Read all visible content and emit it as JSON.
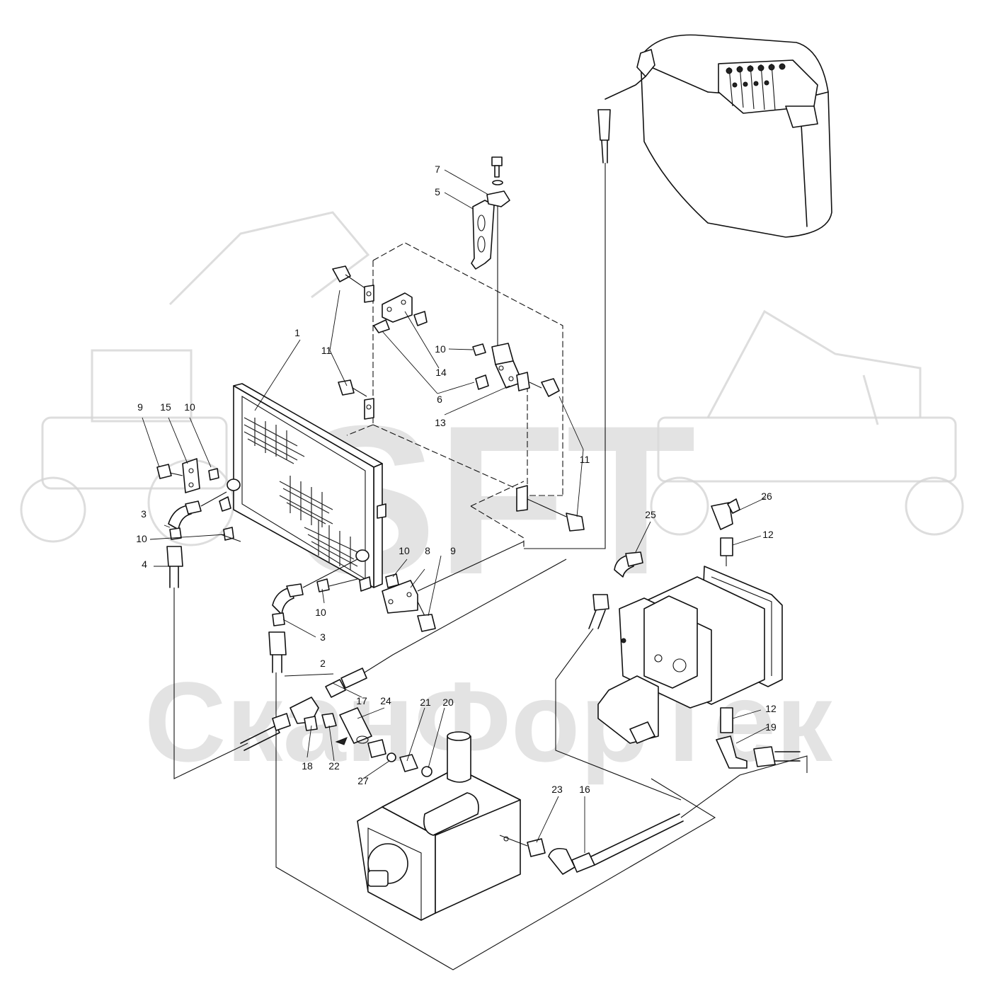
{
  "watermark": {
    "logo": "SFT",
    "company": "СканФорТек"
  },
  "callouts": [
    "1",
    "2",
    "3",
    "4",
    "5",
    "6",
    "7",
    "8",
    "9",
    "10",
    "11",
    "12",
    "13",
    "14",
    "15",
    "16",
    "17",
    "18",
    "19",
    "20",
    "21",
    "22",
    "23",
    "24",
    "25",
    "26",
    "27"
  ]
}
